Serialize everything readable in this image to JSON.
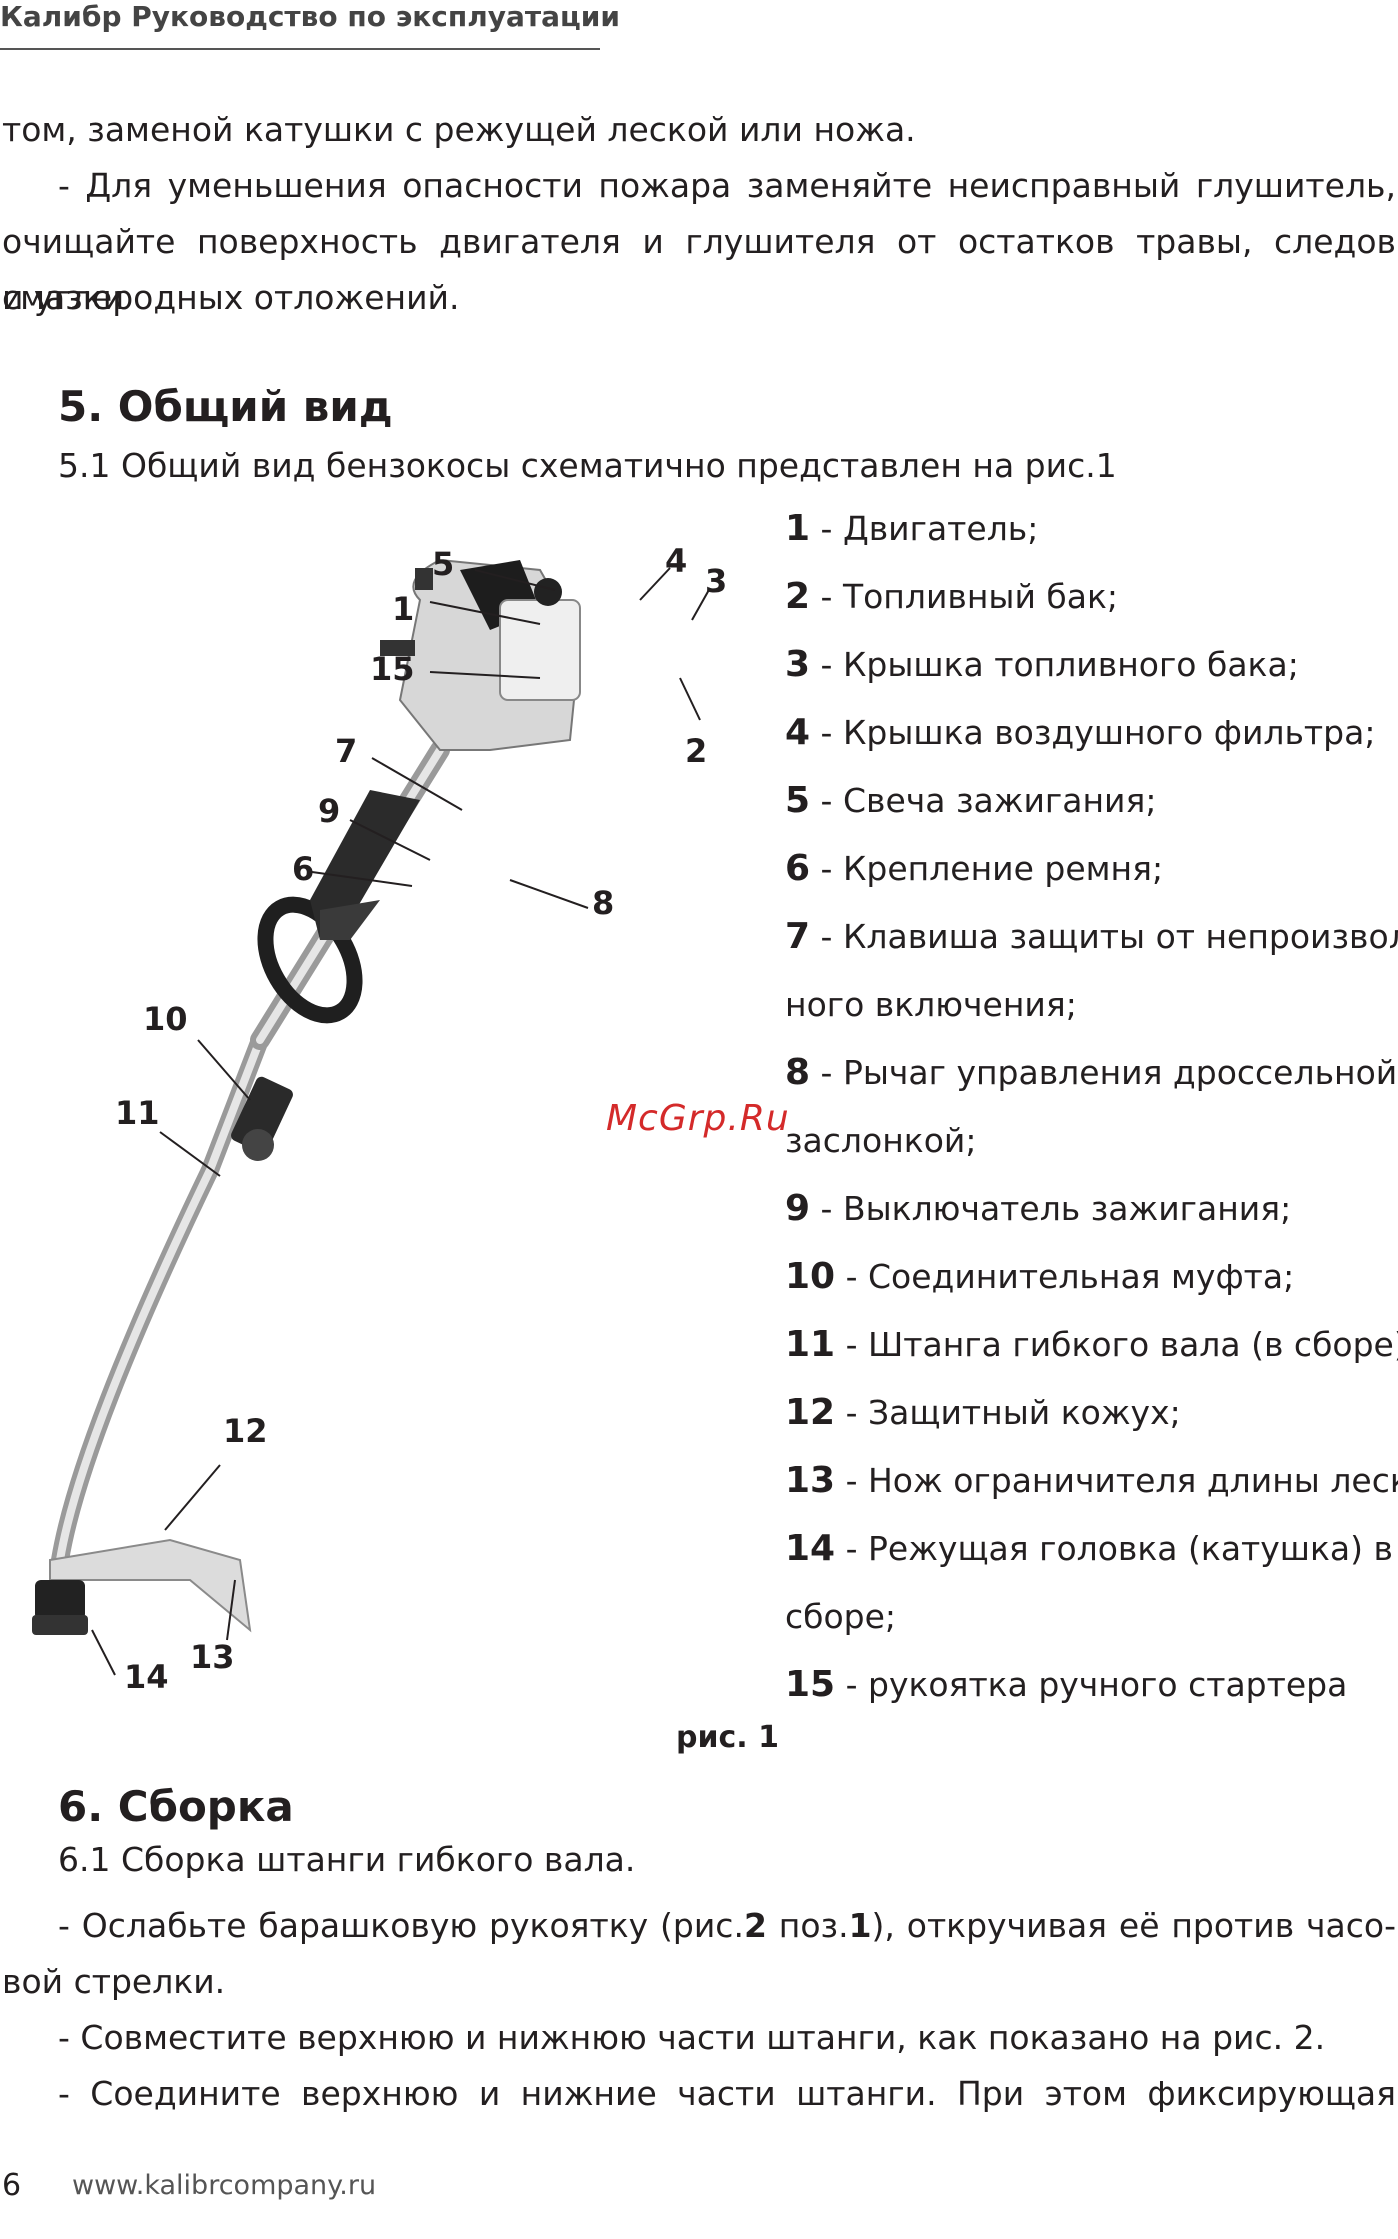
{
  "header": {
    "title": "Калибр Руководство по эксплуатации"
  },
  "paragraphs": {
    "p1": "том, заменой катушки с режущей леской или ножа.",
    "p2a": "- Для уменьшения опасности пожара заменяйте неисправный глушитель,",
    "p2b": "очищайте поверхность двигателя и глушителя от остатков травы, следов смазки",
    "p2c": "и углеродных отложений."
  },
  "section5": {
    "title": "5. Общий вид",
    "intro": "5.1 Общий вид бензокосы схематично представлен на рис.1"
  },
  "legend": [
    {
      "num": "1",
      "text": " - Двигатель;"
    },
    {
      "num": "2",
      "text": " - Топливный бак;"
    },
    {
      "num": "3",
      "text": " - Крышка топливного бака;"
    },
    {
      "num": "4",
      "text": " - Крышка воздушного фильтра;"
    },
    {
      "num": "5",
      "text": " - Свеча зажигания;"
    },
    {
      "num": "6",
      "text": " - Крепление ремня;"
    },
    {
      "num": "7",
      "text": " - Клавиша защиты от непроизволь-"
    },
    {
      "num": "",
      "text": "ного включения;"
    },
    {
      "num": "8",
      "text": " - Рычаг управления дроссельной"
    },
    {
      "num": "",
      "text": "заслонкой;"
    },
    {
      "num": "9",
      "text": " - Выключатель зажигания;"
    },
    {
      "num": "10",
      "text": " - Соединительная муфта;"
    },
    {
      "num": "11",
      "text": " - Штанга гибкого вала (в сборе);"
    },
    {
      "num": "12",
      "text": " - Защитный кожух;"
    },
    {
      "num": "13",
      "text": " - Нож ограничителя длины лески;"
    },
    {
      "num": "14",
      "text": " - Режущая головка (катушка) в"
    },
    {
      "num": "",
      "text": "сборе;"
    },
    {
      "num": "15",
      "text": " - рукоятка ручного стартера"
    }
  ],
  "figure": {
    "caption": "рис. 1",
    "labels": [
      "5",
      "4",
      "3",
      "1",
      "15",
      "7",
      "2",
      "9",
      "6",
      "8",
      "10",
      "11",
      "12",
      "13",
      "14"
    ]
  },
  "watermark": "McGrp.Ru",
  "section6": {
    "title": "6. Сборка",
    "intro": "6.1 Сборка штанги гибкого вала.",
    "line1_pre": "- Ослабьте барашковую рукоятку (рис.",
    "line1_b1": "2",
    "line1_mid": " поз.",
    "line1_b2": "1",
    "line1_post": "), откручивая её против часо-",
    "line2": "вой стрелки.",
    "line3": "- Совместите верхнюю и нижнюю части штанги, как показано на рис. 2.",
    "line4": "- Соедините верхнюю и нижние части штанги. При этом фиксирующая"
  },
  "footer": {
    "page_number": "6",
    "url": "www.kalibrcompany.ru"
  }
}
